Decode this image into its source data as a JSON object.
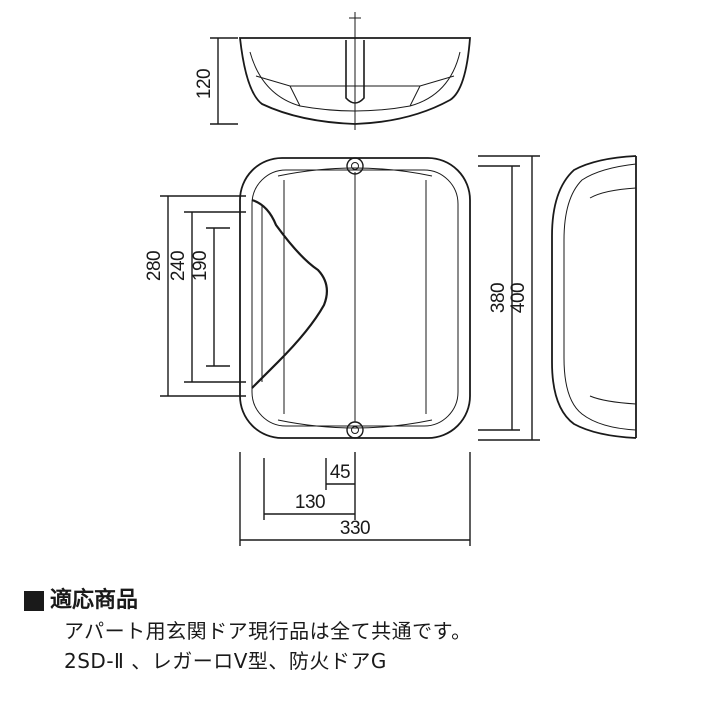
{
  "dimensions": {
    "top_height": "120",
    "height_280": "280",
    "height_240": "240",
    "height_190": "190",
    "height_380": "380",
    "height_400": "400",
    "width_45": "45",
    "width_130": "130",
    "width_330": "330"
  },
  "info": {
    "heading": "適応商品",
    "line1": "アパート用玄関ドア現行品は全て共通です。",
    "line2": "2SD-Ⅱ 、レガーロV型、防火ドアG"
  },
  "colors": {
    "ink": "#1a1a1a",
    "background": "#ffffff"
  }
}
